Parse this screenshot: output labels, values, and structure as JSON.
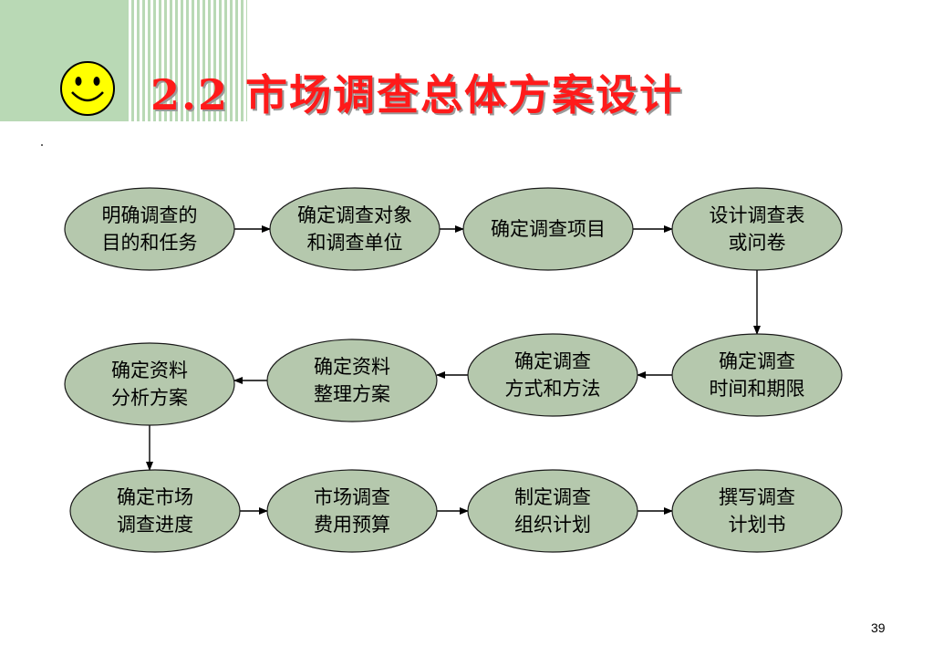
{
  "slide": {
    "title": "2.2  市场调查总体方案设计",
    "page_number": "39"
  },
  "colors": {
    "header_green": "#b9d9b5",
    "title_red": "#ff1a1a",
    "node_fill": "#b5c8ad",
    "smiley_yellow": "#ffff00"
  },
  "icons": {
    "header_icon": "smiley-face-icon"
  },
  "flow": {
    "nodes": [
      {
        "id": "n1",
        "lines": [
          "明确调查的",
          "目的和任务"
        ]
      },
      {
        "id": "n2",
        "lines": [
          "确定调查对象",
          "和调查单位"
        ]
      },
      {
        "id": "n3",
        "lines": [
          "确定调查项目"
        ]
      },
      {
        "id": "n4",
        "lines": [
          "设计调查表",
          "或问卷"
        ]
      },
      {
        "id": "n5",
        "lines": [
          "确定调查",
          "时间和期限"
        ]
      },
      {
        "id": "n6",
        "lines": [
          "确定调查",
          "方式和方法"
        ]
      },
      {
        "id": "n7",
        "lines": [
          "确定资料",
          "整理方案"
        ]
      },
      {
        "id": "n8",
        "lines": [
          "确定资料",
          "分析方案"
        ]
      },
      {
        "id": "n9",
        "lines": [
          "确定市场",
          "调查进度"
        ]
      },
      {
        "id": "n10",
        "lines": [
          "市场调查",
          "费用预算"
        ]
      },
      {
        "id": "n11",
        "lines": [
          "制定调查",
          "组织计划"
        ]
      },
      {
        "id": "n12",
        "lines": [
          "撰写调查",
          "计划书"
        ]
      }
    ],
    "edges": [
      [
        "n1",
        "n2"
      ],
      [
        "n2",
        "n3"
      ],
      [
        "n3",
        "n4"
      ],
      [
        "n4",
        "n5"
      ],
      [
        "n5",
        "n6"
      ],
      [
        "n6",
        "n7"
      ],
      [
        "n7",
        "n8"
      ],
      [
        "n8",
        "n9"
      ],
      [
        "n9",
        "n10"
      ],
      [
        "n10",
        "n11"
      ],
      [
        "n11",
        "n12"
      ]
    ]
  }
}
